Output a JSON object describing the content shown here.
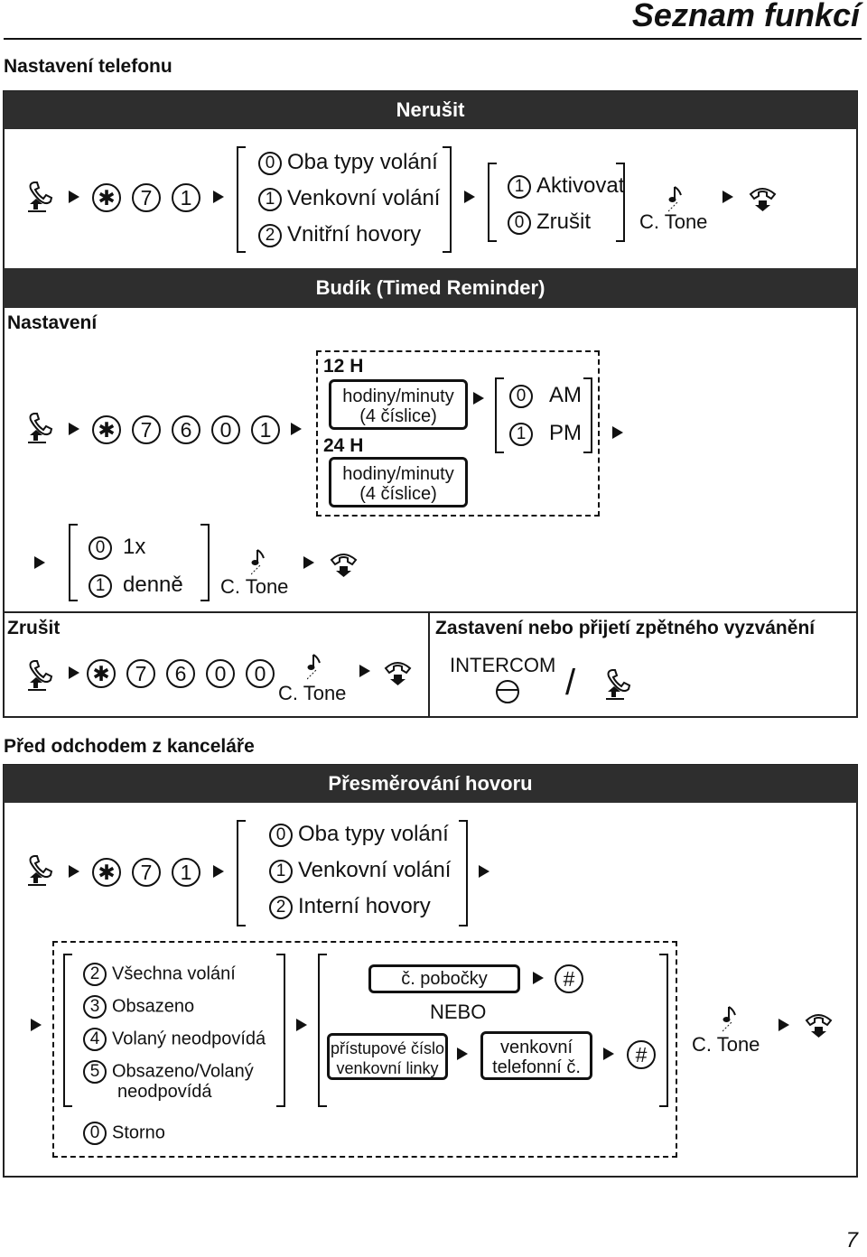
{
  "header": {
    "title": "Seznam funkcí"
  },
  "section_phone": {
    "title": "Nastavení telefonu"
  },
  "dnd": {
    "title": "Nerušit",
    "codes": [
      "✱",
      "7",
      "1"
    ],
    "options": [
      {
        "key": "0",
        "label": "Oba typy volání"
      },
      {
        "key": "1",
        "label": "Venkovní volání"
      },
      {
        "key": "2",
        "label": "Vnitřní hovory"
      }
    ],
    "actions": [
      {
        "key": "1",
        "label": "Aktivovat"
      },
      {
        "key": "0",
        "label": "Zrušit"
      }
    ],
    "tone": "C. Tone"
  },
  "timed": {
    "title": "Budík (Timed Reminder)",
    "set_label": "Nastavení",
    "codes": [
      "✱",
      "7",
      "6",
      "0",
      "1"
    ],
    "h12": "12 H",
    "h24": "24 H",
    "hm_line1": "hodiny/minuty",
    "hm_line2": "(4 číslice)",
    "ampm": [
      {
        "key": "0",
        "label": "AM"
      },
      {
        "key": "1",
        "label": "PM"
      }
    ],
    "repeat": [
      {
        "key": "0",
        "label": "1x"
      },
      {
        "key": "1",
        "label": "denně"
      }
    ],
    "tone": "C. Tone",
    "cancel_label": "Zrušit",
    "cancel_codes": [
      "✱",
      "7",
      "6",
      "0",
      "0"
    ],
    "cancel_tone": "C. Tone"
  },
  "callback": {
    "title": "Zastavení nebo přijetí zpětného vyzvánění",
    "intercom": "INTERCOM",
    "slash": "/"
  },
  "section_office": {
    "title": "Před odchodem z kanceláře"
  },
  "fwd": {
    "title": "Přesměrování hovoru",
    "codes": [
      "✱",
      "7",
      "1"
    ],
    "options": [
      {
        "key": "0",
        "label": "Oba typy volání"
      },
      {
        "key": "1",
        "label": "Venkovní volání"
      },
      {
        "key": "2",
        "label": "Interní hovory"
      }
    ],
    "types": [
      {
        "key": "2",
        "label": "Všechna volání"
      },
      {
        "key": "3",
        "label": "Obsazeno"
      },
      {
        "key": "4",
        "label": "Volaný neodpovídá"
      },
      {
        "key": "5",
        "label": "Obsazeno/Volaný"
      }
    ],
    "type5_line2": "neodpovídá",
    "storno": {
      "key": "0",
      "label": "Storno"
    },
    "extension": "č. pobočky",
    "or": "NEBO",
    "line_access_1": "přístupové číslo",
    "line_access_2": "venkovní linky",
    "outside_1": "venkovní",
    "outside_2": "telefonní č.",
    "hash": "#",
    "tone": "C. Tone"
  },
  "page_number": "7"
}
